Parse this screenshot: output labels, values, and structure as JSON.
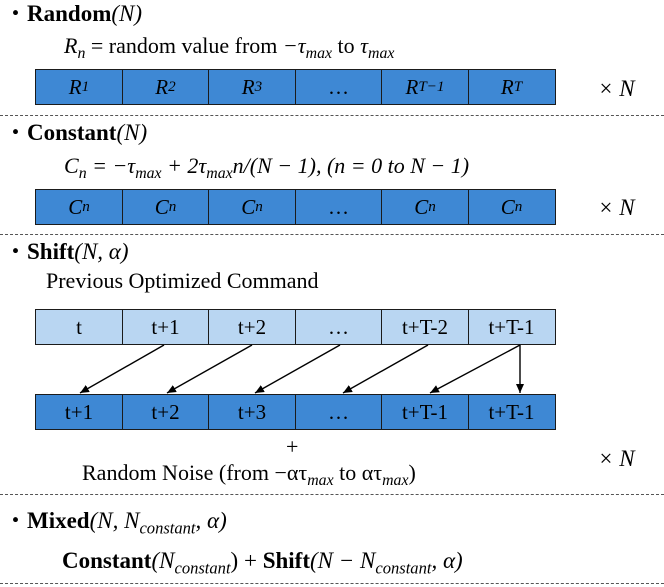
{
  "sections": {
    "random": {
      "bullet": "・",
      "name": "Random",
      "args": "(N)",
      "formula_lhs": "R",
      "formula_lhs_sub": "n",
      "formula_text": " = random value from ",
      "formula_from": "−τ",
      "formula_from_sub": "max",
      "formula_to_word": " to ",
      "formula_to": "τ",
      "formula_to_sub": "max",
      "cells": [
        {
          "v": "R",
          "s": "1"
        },
        {
          "v": "R",
          "s": "2"
        },
        {
          "v": "R",
          "s": "3"
        },
        {
          "v": "…",
          "s": ""
        },
        {
          "v": "R",
          "s": "T−1"
        },
        {
          "v": "R",
          "s": "T"
        }
      ],
      "multiplier": "× N"
    },
    "constant": {
      "bullet": "・",
      "name": "Constant",
      "args": "(N)",
      "formula_a": "C",
      "formula_a_sub": "n",
      "formula_b": " = −τ",
      "formula_b_sub": "max",
      "formula_c": " + 2τ",
      "formula_c_sub": "max",
      "formula_d": "n/(N − 1), (n = 0 to N − 1)",
      "cells": [
        {
          "v": "C",
          "s": "n"
        },
        {
          "v": "C",
          "s": "n"
        },
        {
          "v": "C",
          "s": "n"
        },
        {
          "v": "…",
          "s": ""
        },
        {
          "v": "C",
          "s": "n"
        },
        {
          "v": "C",
          "s": "n"
        }
      ],
      "multiplier": "× N"
    },
    "shift": {
      "bullet": "・",
      "name": "Shift",
      "args": "(N, α)",
      "caption": "Previous Optimized Command",
      "prev_cells": [
        "t",
        "t+1",
        "t+2",
        "…",
        "t+T-2",
        "t+T-1"
      ],
      "next_cells": [
        "t+1",
        "t+2",
        "t+3",
        "…",
        "t+T-1",
        "t+T-1"
      ],
      "plus": "+",
      "noise_a": "Random Noise (from −ατ",
      "noise_a_sub": "max",
      "noise_b": " to ατ",
      "noise_b_sub": "max",
      "noise_c": ")",
      "multiplier": "× N"
    },
    "mixed": {
      "bullet": "・",
      "name": "Mixed",
      "args_a": "(N, N",
      "args_a_sub": "constant",
      "args_b": ", α)",
      "f_const": "Constant",
      "f_const_arg": "(N",
      "f_const_arg_sub": "constant",
      "f_const_close": ")",
      "f_plus": " + ",
      "f_shift": "Shift",
      "f_shift_arg": "(N − N",
      "f_shift_arg_sub": "constant",
      "f_shift_close": ", α)"
    }
  },
  "colors": {
    "cell_dark": "#3e88d4",
    "cell_light": "#b9d6f2",
    "border": "#1b1b1b",
    "separator": "#555555"
  }
}
